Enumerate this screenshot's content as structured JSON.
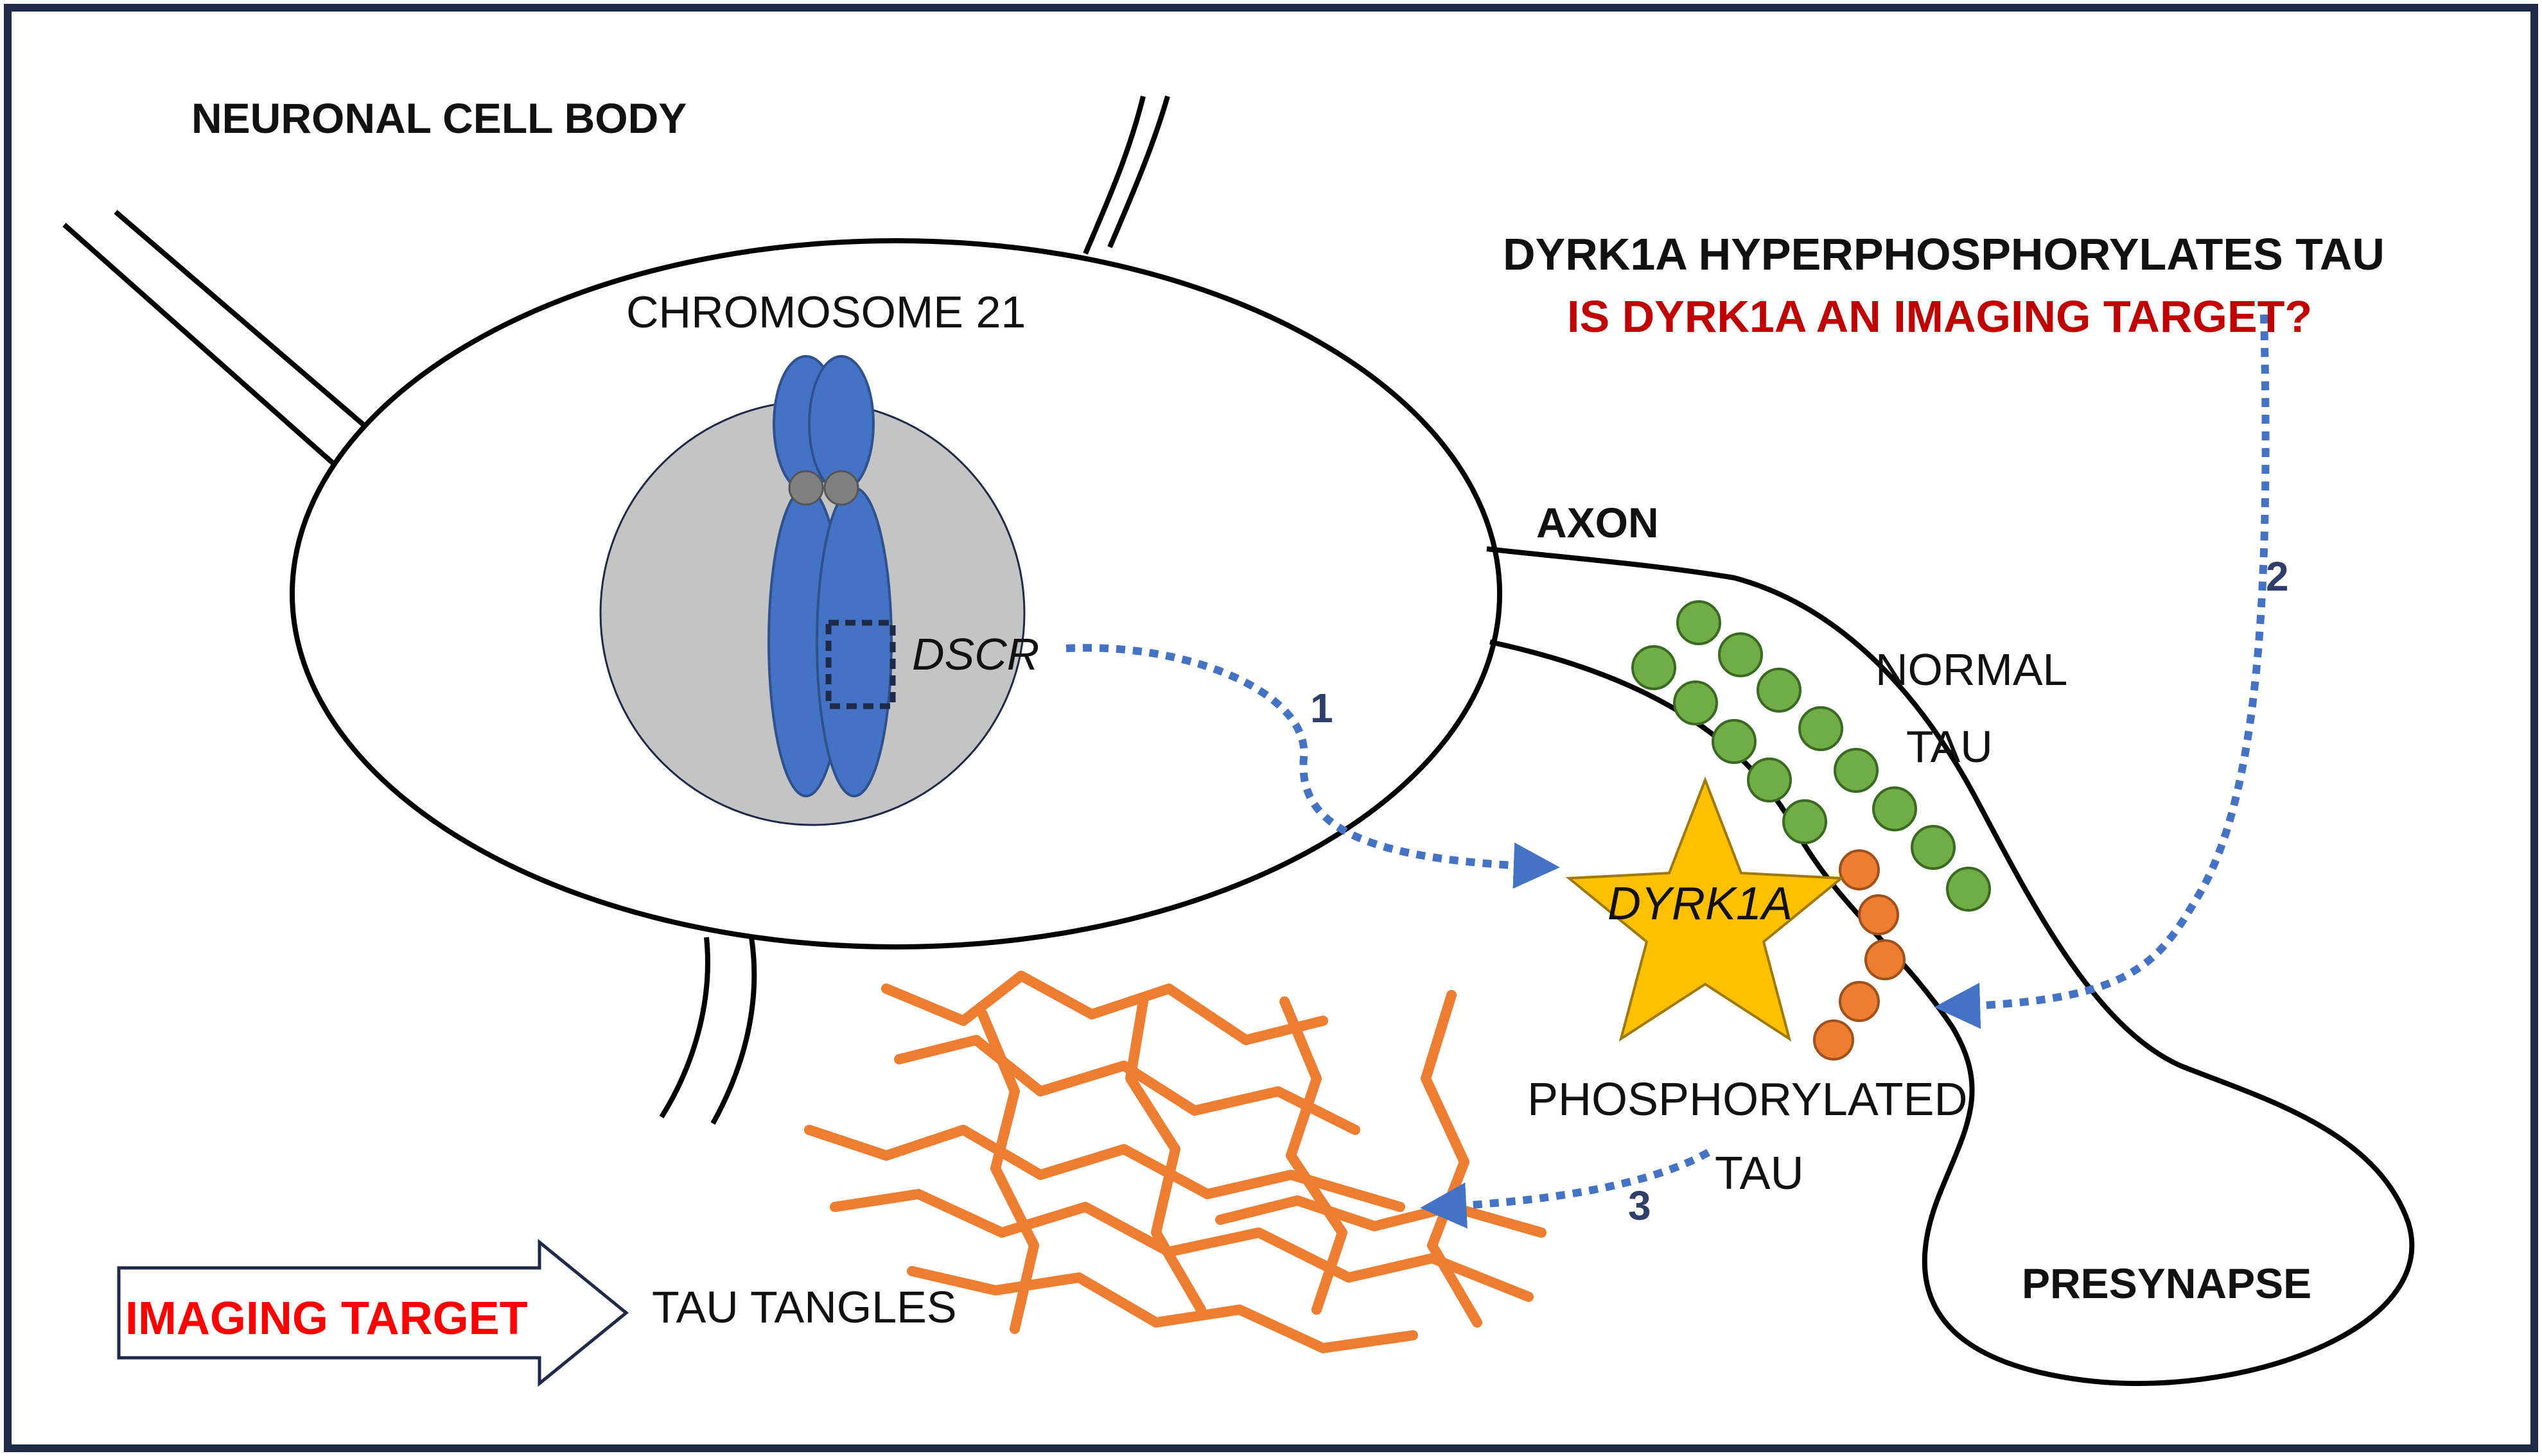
{
  "labels": {
    "neuronal_cell_body": "NEURONAL CELL BODY",
    "chromosome": "CHROMOSOME 21",
    "dscr": "DSCR",
    "axon": "AXON",
    "normal_tau_line1": "NORMAL",
    "normal_tau_line2": "TAU",
    "dyrk1a": "DYRK1A",
    "phosphorylated_tau_line1": "PHOSPHORYLATED",
    "phosphorylated_tau_line2": "TAU",
    "presynapse": "PRESYNAPSE",
    "tau_tangles": "TAU TANGLES",
    "imaging_target": "IMAGING TARGET",
    "headline": "DYRK1A HYPERPHOSPHORYLATES TAU",
    "question": "IS DYRK1A AN IMAGING TARGET?"
  },
  "steps": {
    "step1": "1",
    "step2": "2",
    "step3": "3"
  },
  "colors": {
    "border": "#1f2a4a",
    "nucleus_fill": "#c4c4c4",
    "chromosome_blue": "#4472c4",
    "centromere_gray": "#808080",
    "normal_tau_green": "#70ad47",
    "phospho_tau_orange": "#ed7d31",
    "star_gold": "#ffc000",
    "dotted_arrow_blue": "#4472c4",
    "question_red": "#c00000",
    "imaging_target_red": "#ff0000",
    "step_number_color": "#2f3e6b"
  },
  "icons": {
    "dyrk1a_marker": "star-icon",
    "imaging_arrow": "outline-arrow-right-icon"
  }
}
